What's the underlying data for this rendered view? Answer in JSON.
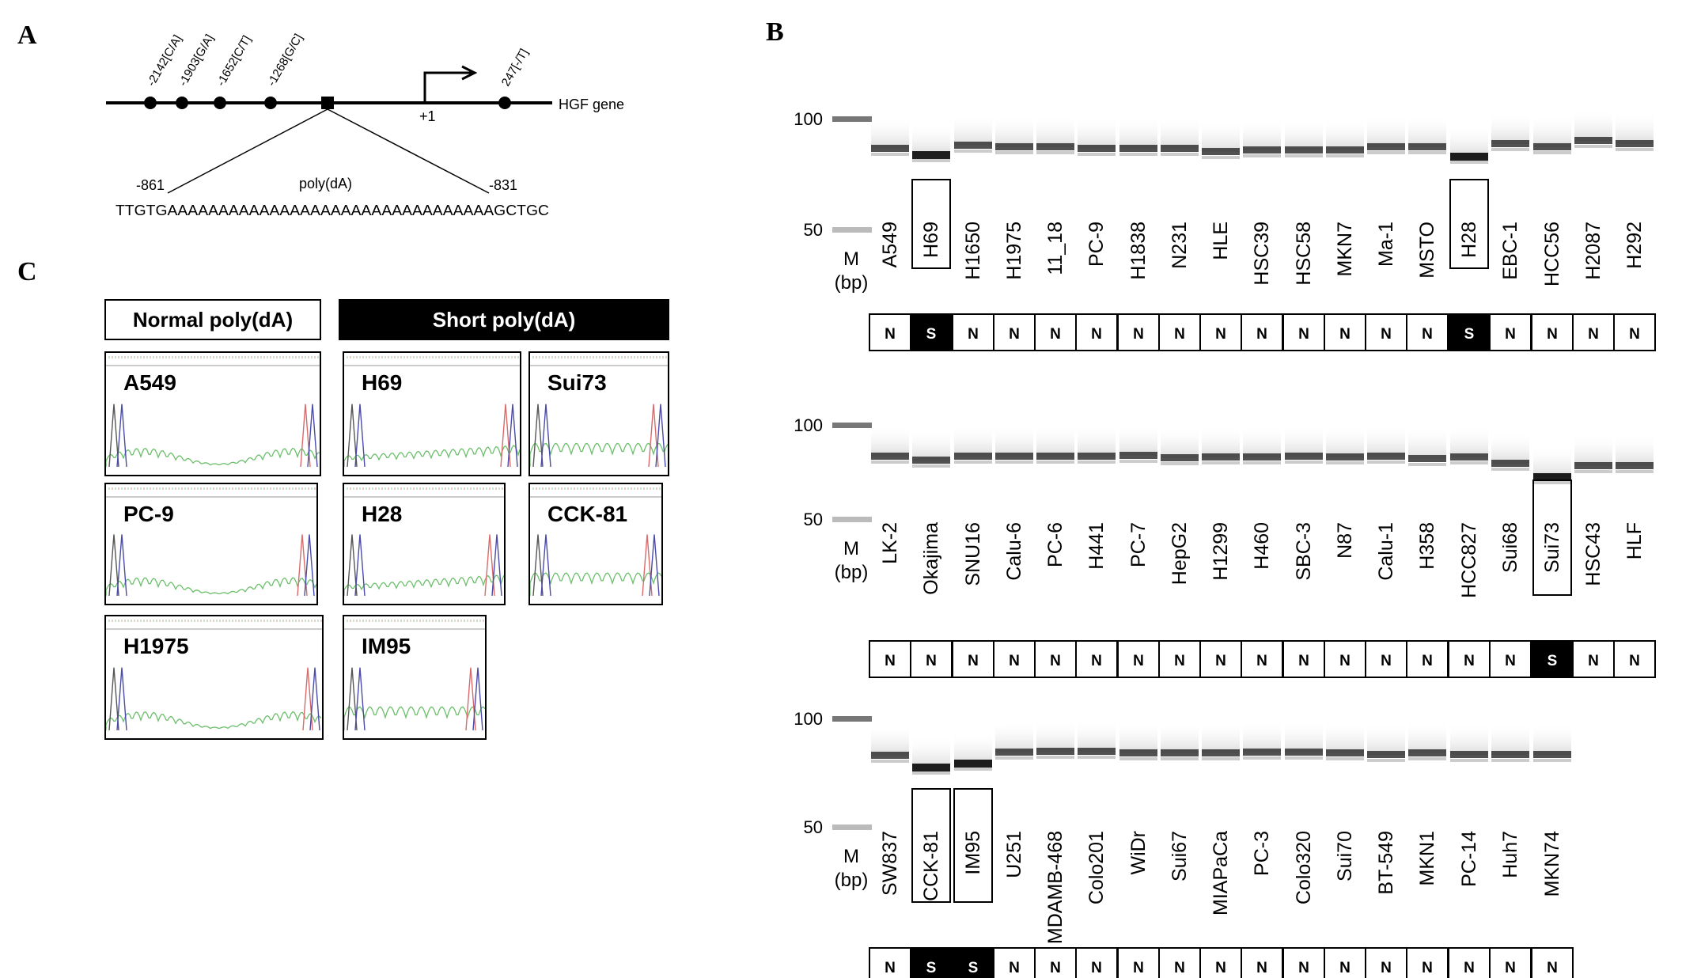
{
  "panel_labels": {
    "a": "A",
    "b": "B",
    "c": "C"
  },
  "panel_a": {
    "variants": [
      "-2142[C/A]",
      "-1903[G/A]",
      "-1652[C/T]",
      "-1268[G/C]",
      "247[-/T]"
    ],
    "gene_label": "HGF gene",
    "tss_label": "+1",
    "left_pos": "-861",
    "right_pos": "-831",
    "repeat_label": "poly(dA)",
    "sequence": "TTGTGAAAAAAAAAAAAAAAAAAAAAAAAAAAAAAAAGCTGC"
  },
  "panel_b": {
    "ladder": {
      "top": "100",
      "bottom": "50",
      "m": "M",
      "unit": "(bp)"
    },
    "gels": [
      {
        "lanes": [
          "A549",
          "H69",
          "H1650",
          "H1975",
          "11_18",
          "PC-9",
          "H1838",
          "N231",
          "HLE",
          "HSC39",
          "HSC58",
          "MKN7",
          "Ma-1",
          "MSTO",
          "H28",
          "EBC-1",
          "HCC56",
          "H2087",
          "H292"
        ],
        "status": [
          "N",
          "S",
          "N",
          "N",
          "N",
          "N",
          "N",
          "N",
          "N",
          "N",
          "N",
          "N",
          "N",
          "N",
          "S",
          "N",
          "N",
          "N",
          "N"
        ]
      },
      {
        "lanes": [
          "LK-2",
          "Okajima",
          "SNU16",
          "Calu-6",
          "PC-6",
          "H441",
          "PC-7",
          "HepG2",
          "H1299",
          "H460",
          "SBC-3",
          "N87",
          "Calu-1",
          "H358",
          "HCC827",
          "Sui68",
          "Sui73",
          "HSC43",
          "HLF"
        ],
        "status": [
          "N",
          "N",
          "N",
          "N",
          "N",
          "N",
          "N",
          "N",
          "N",
          "N",
          "N",
          "N",
          "N",
          "N",
          "N",
          "N",
          "S",
          "N",
          "N"
        ]
      },
      {
        "lanes": [
          "SW837",
          "CCK-81",
          "IM95",
          "U251",
          "MDAMB-468",
          "Colo201",
          "WiDr",
          "Sui67",
          "MIAPaCa",
          "PC-3",
          "Colo320",
          "Sui70",
          "BT-549",
          "MKN1",
          "PC-14",
          "Huh7",
          "MKN74"
        ],
        "status": [
          "N",
          "S",
          "S",
          "N",
          "N",
          "N",
          "N",
          "N",
          "N",
          "N",
          "N",
          "N",
          "N",
          "N",
          "N",
          "N",
          "N"
        ]
      }
    ]
  },
  "panel_c": {
    "normal_header": "Normal poly(dA)",
    "short_header": "Short poly(dA)",
    "normal": [
      "A549",
      "PC-9",
      "H1975"
    ],
    "short": [
      "H69",
      "Sui73",
      "H28",
      "CCK-81",
      "IM95"
    ]
  },
  "colors": {
    "short_fill": "#000000",
    "normal_fill": "#ffffff",
    "trace_green": "#6bbf6b",
    "trace_red": "#d96a6a",
    "trace_blue": "#4a4aa8",
    "trace_grey": "#555555"
  }
}
